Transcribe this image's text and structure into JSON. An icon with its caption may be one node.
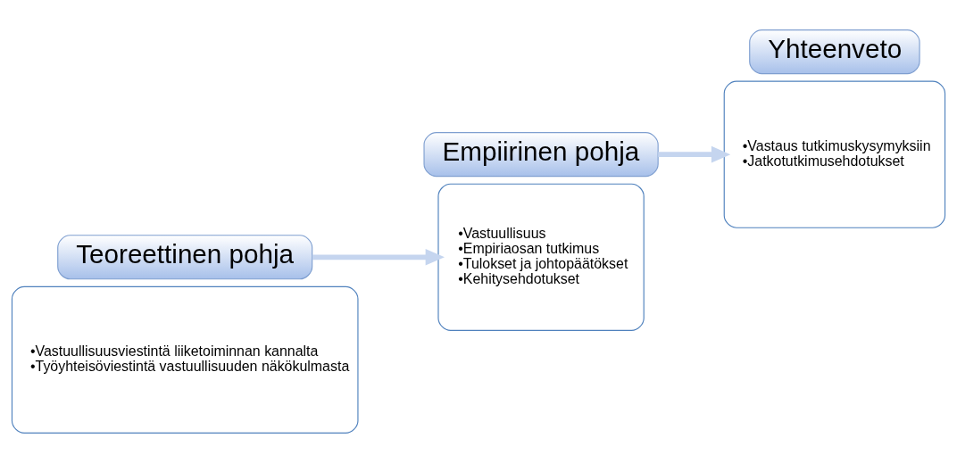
{
  "diagram": {
    "nodes": [
      {
        "text": [
          "•Vastuullisuusviestintä liiketoiminnan kannalta",
          "•Työyhteisöviestintä vastuullisuuden näkökulmasta"
        ]
      },
      {
        "text": [
          "Teoreettinen pohja"
        ]
      },
      {
        "text": [
          "•Vastuullisuus",
          "•Empiriaosan tutkimus",
          "•Tulokset ja johtopäätökset",
          "•Kehitysehdotukset"
        ]
      },
      {
        "text": [
          "Empiirinen pohja"
        ]
      },
      {
        "text": [
          "•Vastaus tutkimuskysymyksiin",
          "•Jatkotutkimusehdotukset"
        ]
      },
      {
        "text": [
          "Yhteenveto"
        ]
      }
    ],
    "edges": [
      {
        "from": 1,
        "to": 2,
        "arrow": "to"
      },
      {
        "from": 3,
        "to": 4,
        "arrow": "to"
      }
    ]
  }
}
